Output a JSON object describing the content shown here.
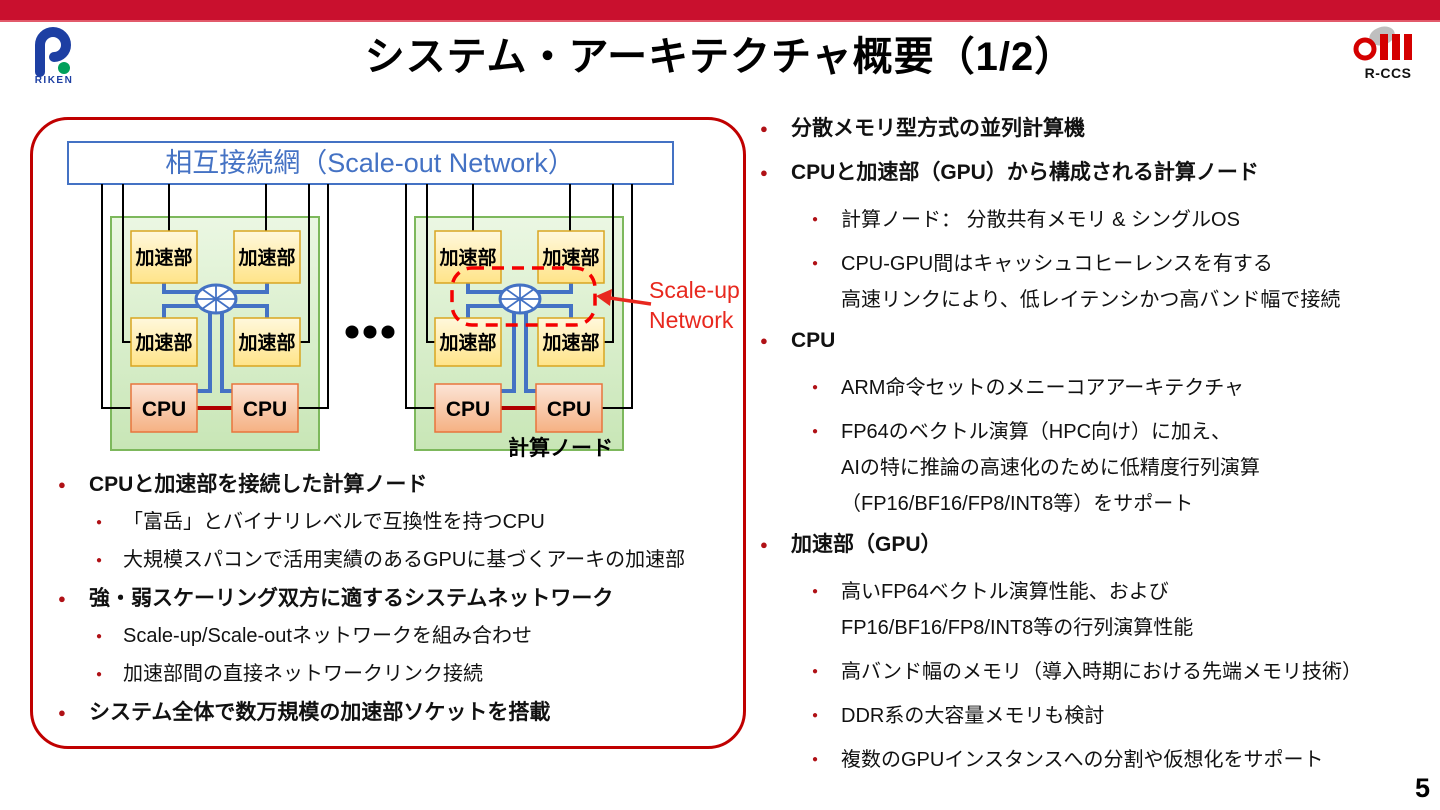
{
  "header": {
    "title": "システム・アーキテクチャ概要（1/2）",
    "riken_logo_text": "RIKEN",
    "rccs_logo_text": "R-CCS"
  },
  "page_number": "5",
  "theme": {
    "bar_red": "#c9102e",
    "accent_red": "#c00000",
    "bright_red": "#f40000",
    "diagram_blue": "#4472c4",
    "node_green_border": "#7db85c",
    "accel_yellow_border": "#d9a521",
    "cpu_orange_border": "#e8743c",
    "bullet_red": "#b01116"
  },
  "diagram": {
    "scale_out_label": "相互接続網（Scale-out Network）",
    "scale_up_label_line1": "Scale-up",
    "scale_up_label_line2": "Network",
    "node_label": "計算ノード",
    "accelerator_label": "加速部",
    "cpu_label": "CPU"
  },
  "left_bullets": [
    {
      "level": 1,
      "lines": [
        "CPUと加速部を接続した計算ノード"
      ]
    },
    {
      "level": 2,
      "lines": [
        "「富岳」とバイナリレベルで互換性を持つCPU"
      ]
    },
    {
      "level": 2,
      "lines": [
        "大規模スパコンで活用実績のあるGPUに基づくアーキの加速部"
      ]
    },
    {
      "level": 1,
      "lines": [
        "強・弱スケーリング双方に適するシステムネットワーク"
      ]
    },
    {
      "level": 2,
      "lines": [
        "Scale-up/Scale-outネットワークを組み合わせ"
      ]
    },
    {
      "level": 2,
      "lines": [
        "加速部間の直接ネットワークリンク接続"
      ]
    },
    {
      "level": 1,
      "lines": [
        "システム全体で数万規模の加速部ソケットを搭載"
      ]
    }
  ],
  "right_bullets": [
    {
      "level": 1,
      "lines": [
        "分散メモリ型方式の並列計算機"
      ]
    },
    {
      "level": 1,
      "lines": [
        "CPUと加速部（GPU）から構成される計算ノード"
      ]
    },
    {
      "level": 2,
      "lines": [
        "計算ノード： 分散共有メモリ & シングルOS"
      ]
    },
    {
      "level": 2,
      "lines": [
        "CPU-GPU間はキャッシュコヒーレンスを有する",
        "高速リンクにより、低レイテンシかつ高バンド幅で接続"
      ]
    },
    {
      "level": 1,
      "lines": [
        "CPU"
      ]
    },
    {
      "level": 2,
      "lines": [
        "ARM命令セットのメニーコアアーキテクチャ"
      ]
    },
    {
      "level": 2,
      "lines": [
        "FP64のベクトル演算（HPC向け）に加え、",
        "AIの特に推論の高速化のために低精度行列演算",
        "（FP16/BF16/FP8/INT8等）をサポート"
      ]
    },
    {
      "level": 1,
      "lines": [
        "加速部（GPU）"
      ]
    },
    {
      "level": 2,
      "lines": [
        "高いFP64ベクトル演算性能、および",
        "FP16/BF16/FP8/INT8等の行列演算性能"
      ]
    },
    {
      "level": 2,
      "lines": [
        "高バンド幅のメモリ（導入時期における先端メモリ技術）"
      ]
    },
    {
      "level": 2,
      "lines": [
        "DDR系の大容量メモリも検討"
      ]
    },
    {
      "level": 2,
      "lines": [
        "複数のGPUインスタンスへの分割や仮想化をサポート"
      ]
    }
  ]
}
